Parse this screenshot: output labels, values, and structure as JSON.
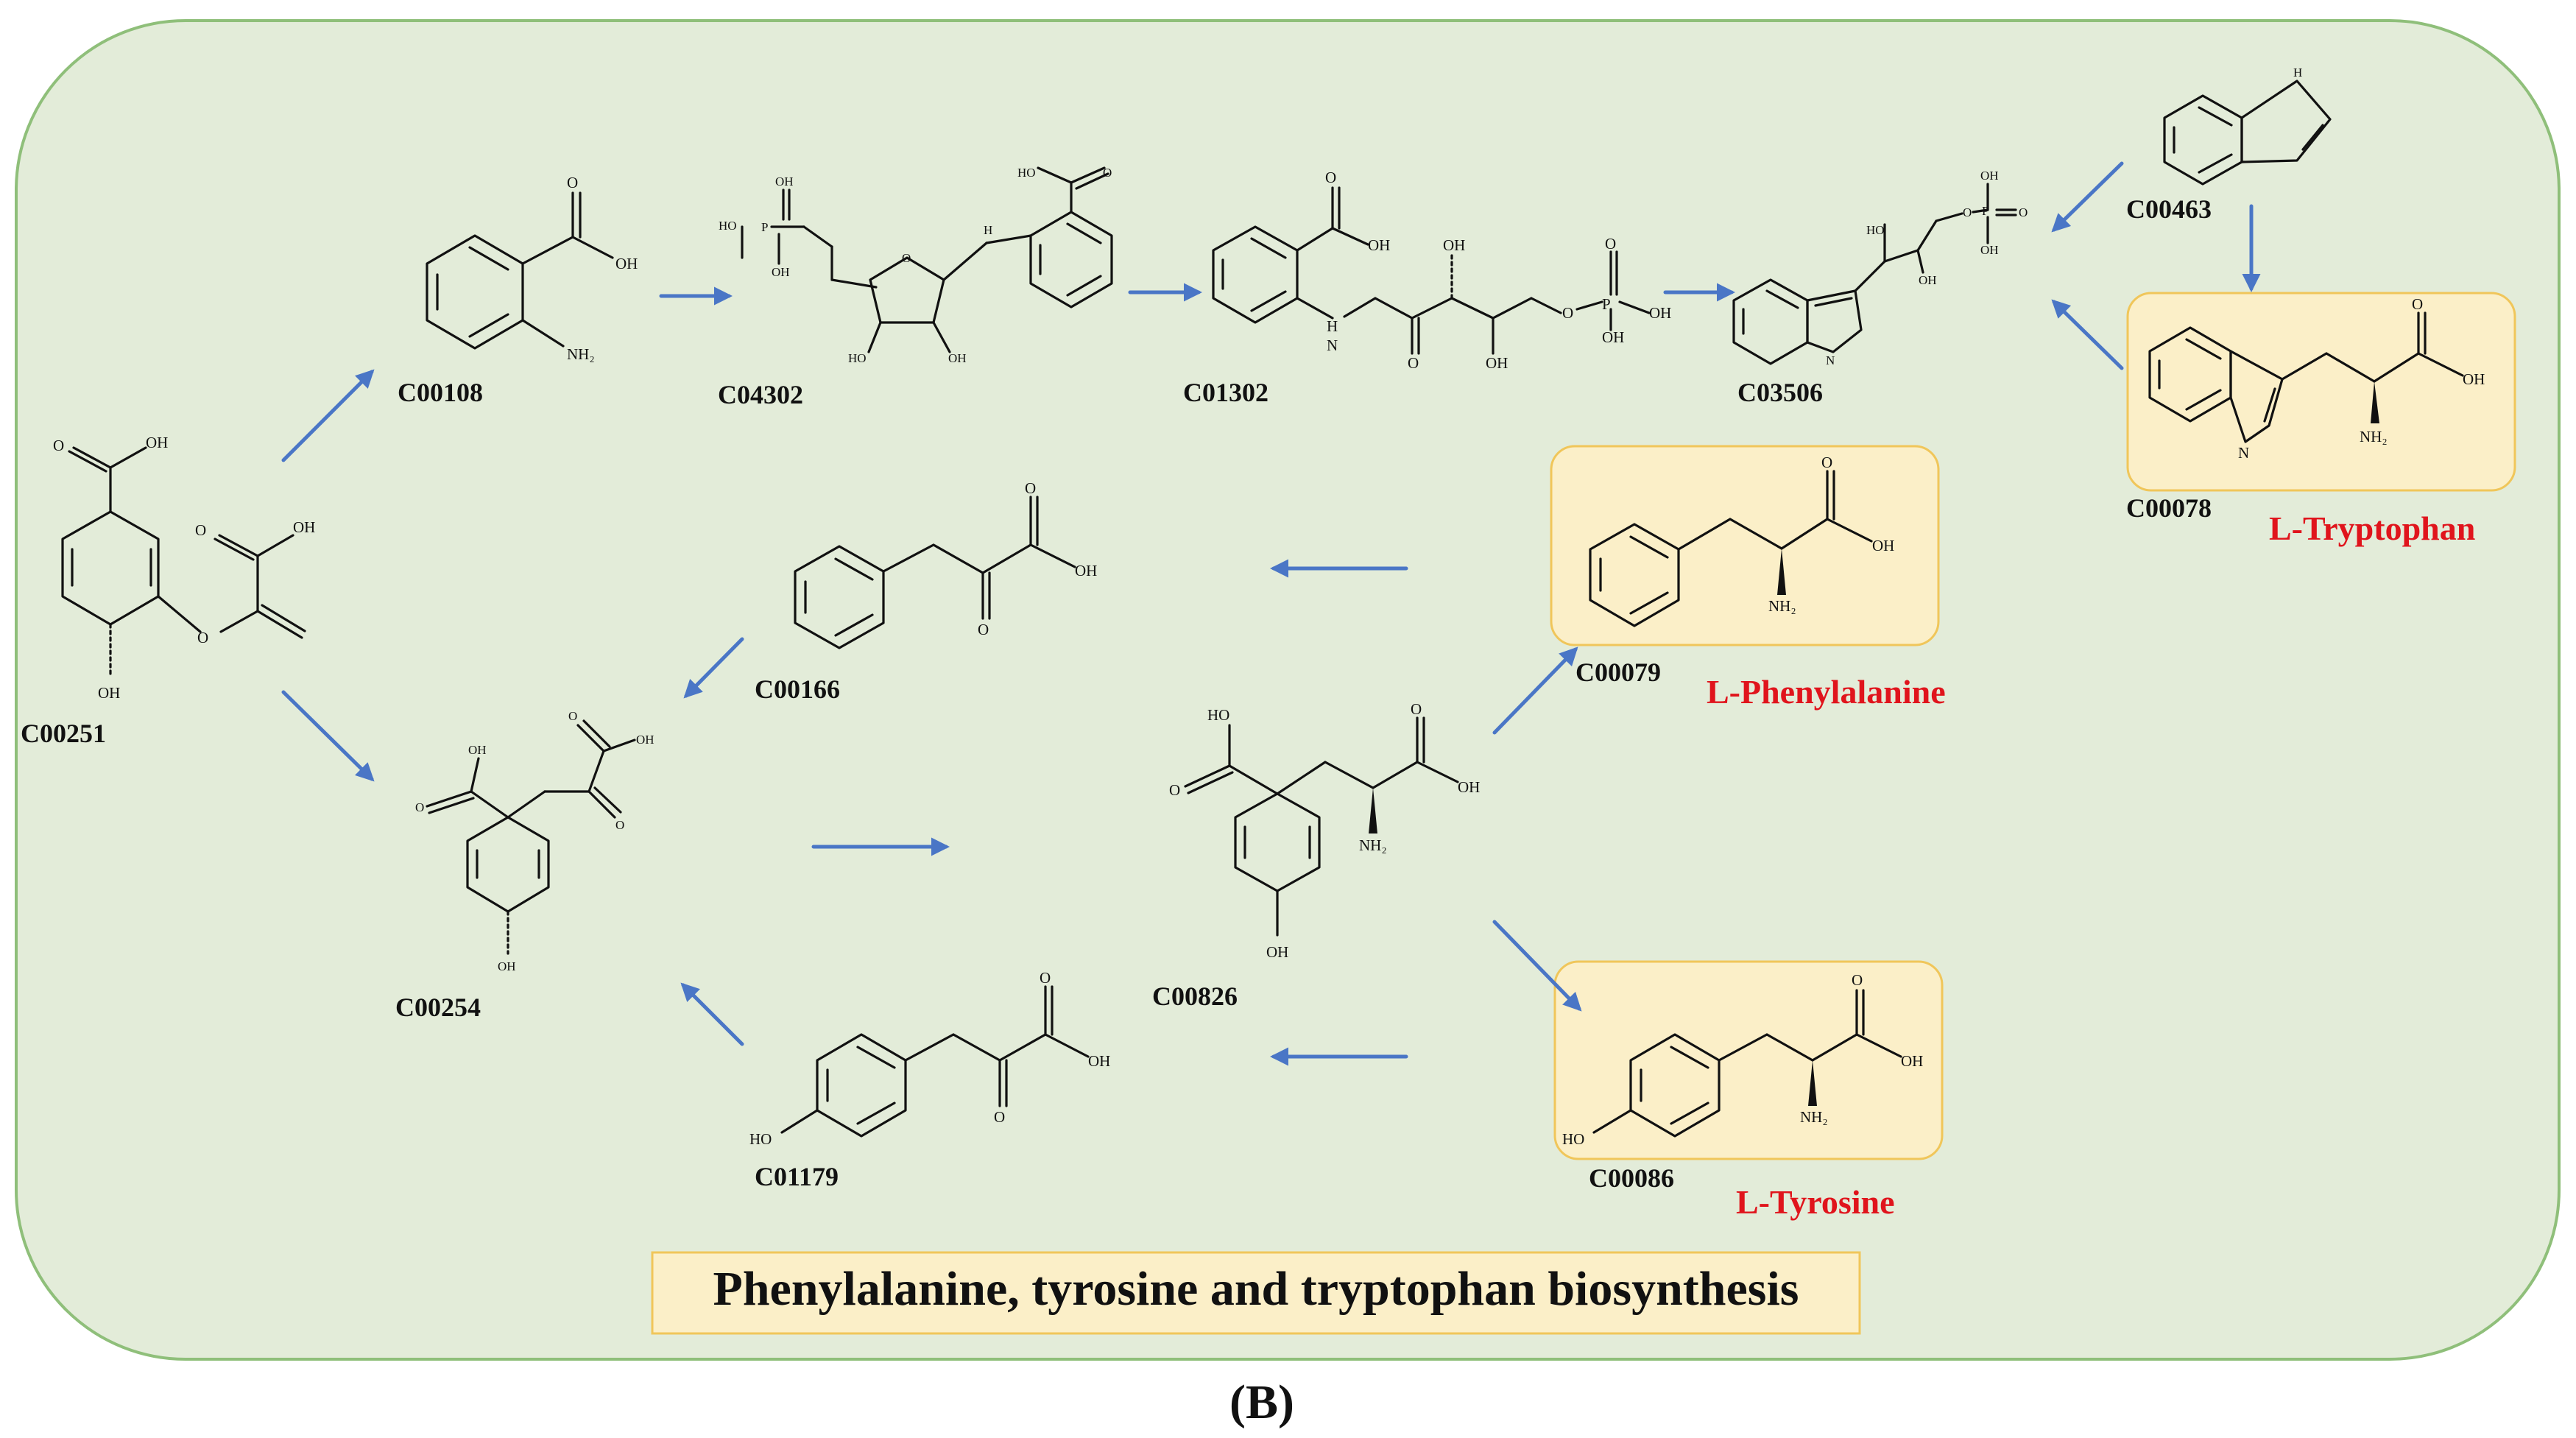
{
  "colors": {
    "panel_fill": "#e3ecd9",
    "panel_stroke": "#8fbf7a",
    "highlight_fill": "#fbefc8",
    "highlight_stroke": "#f0c65a",
    "arrow": "#4a76c6",
    "amino_acid_label": "#e0141c"
  },
  "pathway": {
    "title": "Phenylalanine, tyrosine and tryptophan biosynthesis",
    "panel_label": "(B)"
  },
  "compounds": [
    {
      "key": "c00251",
      "id": "C00251"
    },
    {
      "key": "c00108",
      "id": "C00108"
    },
    {
      "key": "c04302",
      "id": "C04302"
    },
    {
      "key": "c01302",
      "id": "C01302"
    },
    {
      "key": "c03506",
      "id": "C03506"
    },
    {
      "key": "c00463",
      "id": "C00463"
    },
    {
      "key": "c00078",
      "id": "C00078",
      "name": "L-Tryptophan"
    },
    {
      "key": "c00079",
      "id": "C00079",
      "name": "L-Phenylalanine"
    },
    {
      "key": "c00166",
      "id": "C00166"
    },
    {
      "key": "c00254",
      "id": "C00254"
    },
    {
      "key": "c00826",
      "id": "C00826"
    },
    {
      "key": "c00086",
      "id": "C00086",
      "name": "L-Tyrosine"
    },
    {
      "key": "c01179",
      "id": "C01179"
    }
  ],
  "atom_labels": {
    "oh": "OH",
    "ho": "HO",
    "o": "O",
    "nh2": "NH₂",
    "h": "H",
    "n": "N",
    "p": "P"
  },
  "reactions": [
    {
      "from": "C00251",
      "to": "C00108"
    },
    {
      "from": "C00108",
      "to": "C04302"
    },
    {
      "from": "C04302",
      "to": "C01302"
    },
    {
      "from": "C01302",
      "to": "C03506"
    },
    {
      "from": "C00463",
      "to": "C03506"
    },
    {
      "from": "C00078",
      "to": "C03506"
    },
    {
      "from": "C00463",
      "to": "C00078"
    },
    {
      "from": "C00251",
      "to": "C00254"
    },
    {
      "from": "C00254",
      "to": "C00826"
    },
    {
      "from": "C00826",
      "to": "C00079"
    },
    {
      "from": "C00826",
      "to": "C00086"
    },
    {
      "from": "C00079",
      "to": "C00166"
    },
    {
      "from": "C00166",
      "to": "C00254"
    },
    {
      "from": "C00086",
      "to": "C01179"
    },
    {
      "from": "C01179",
      "to": "C00254"
    }
  ]
}
